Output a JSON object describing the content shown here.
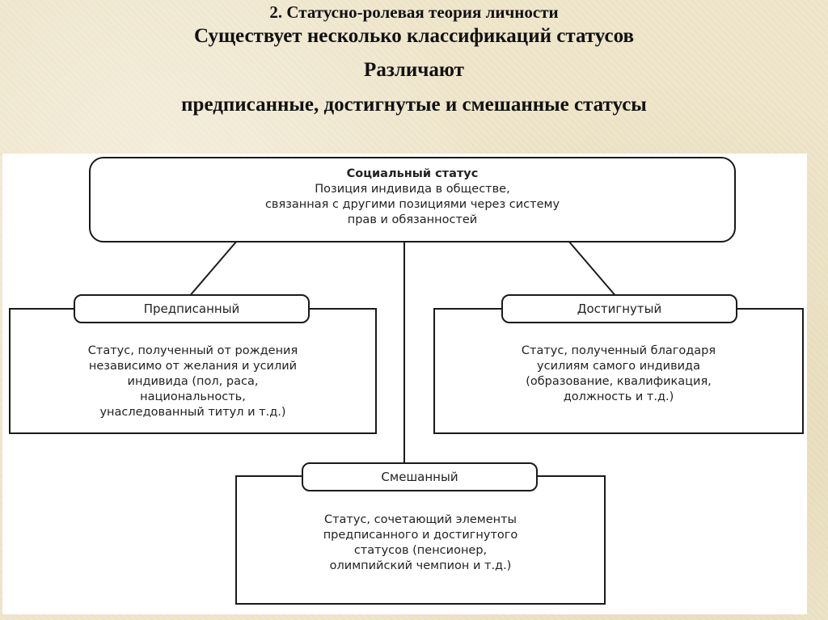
{
  "heading": {
    "line1": "2. Статусно-ролевая теория личности",
    "line2": "Существует несколько классификаций статусов",
    "line3": "Различают",
    "line4": "предписанные, достигнутые и смешанные статусы"
  },
  "diagram": {
    "root": {
      "title": "Социальный статус",
      "lines": [
        "Позиция индивида в обществе,",
        "связанная с другими позициями через систему",
        "прав и обязанностей"
      ]
    },
    "ascribed": {
      "label": "Предписанный",
      "lines": [
        "Статус, полученный от рождения",
        "независимо от желания и усилий",
        "индивида (пол, раса,",
        "национальность,",
        "унаследованный титул и т.д.)"
      ]
    },
    "achieved": {
      "label": "Достигнутый",
      "lines": [
        "Статус, полученный благодаря",
        "усилиям самого индивида",
        "(образование, квалификация,",
        "должность и т.д.)"
      ]
    },
    "mixed": {
      "label": "Смешанный",
      "lines": [
        "Статус, сочетающий элементы",
        "предписанного и достигнутого",
        "статусов (пенсионер,",
        "олимпийский чемпион и т.д.)"
      ]
    }
  }
}
